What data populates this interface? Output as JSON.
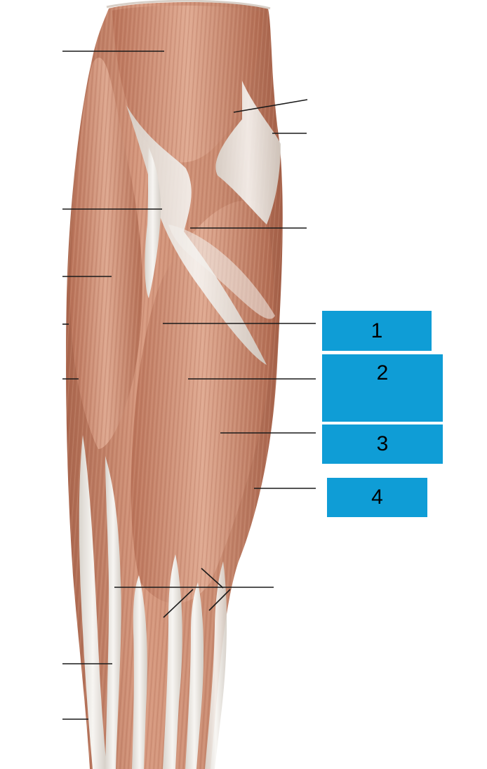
{
  "diagram": {
    "colors": {
      "muscle": "#c98b71",
      "muscle_dark": "#a9654c",
      "muscle_light": "#dca58d",
      "tendon": "#eeebe6",
      "leader_line": "#1a1a1a",
      "box_fill": "#0f9dd6",
      "box_text": "#000000"
    },
    "label_boxes": [
      {
        "id": "1",
        "text": "1"
      },
      {
        "id": "2",
        "text": "2"
      },
      {
        "id": "3",
        "text": "3"
      },
      {
        "id": "4",
        "text": "4"
      }
    ]
  }
}
